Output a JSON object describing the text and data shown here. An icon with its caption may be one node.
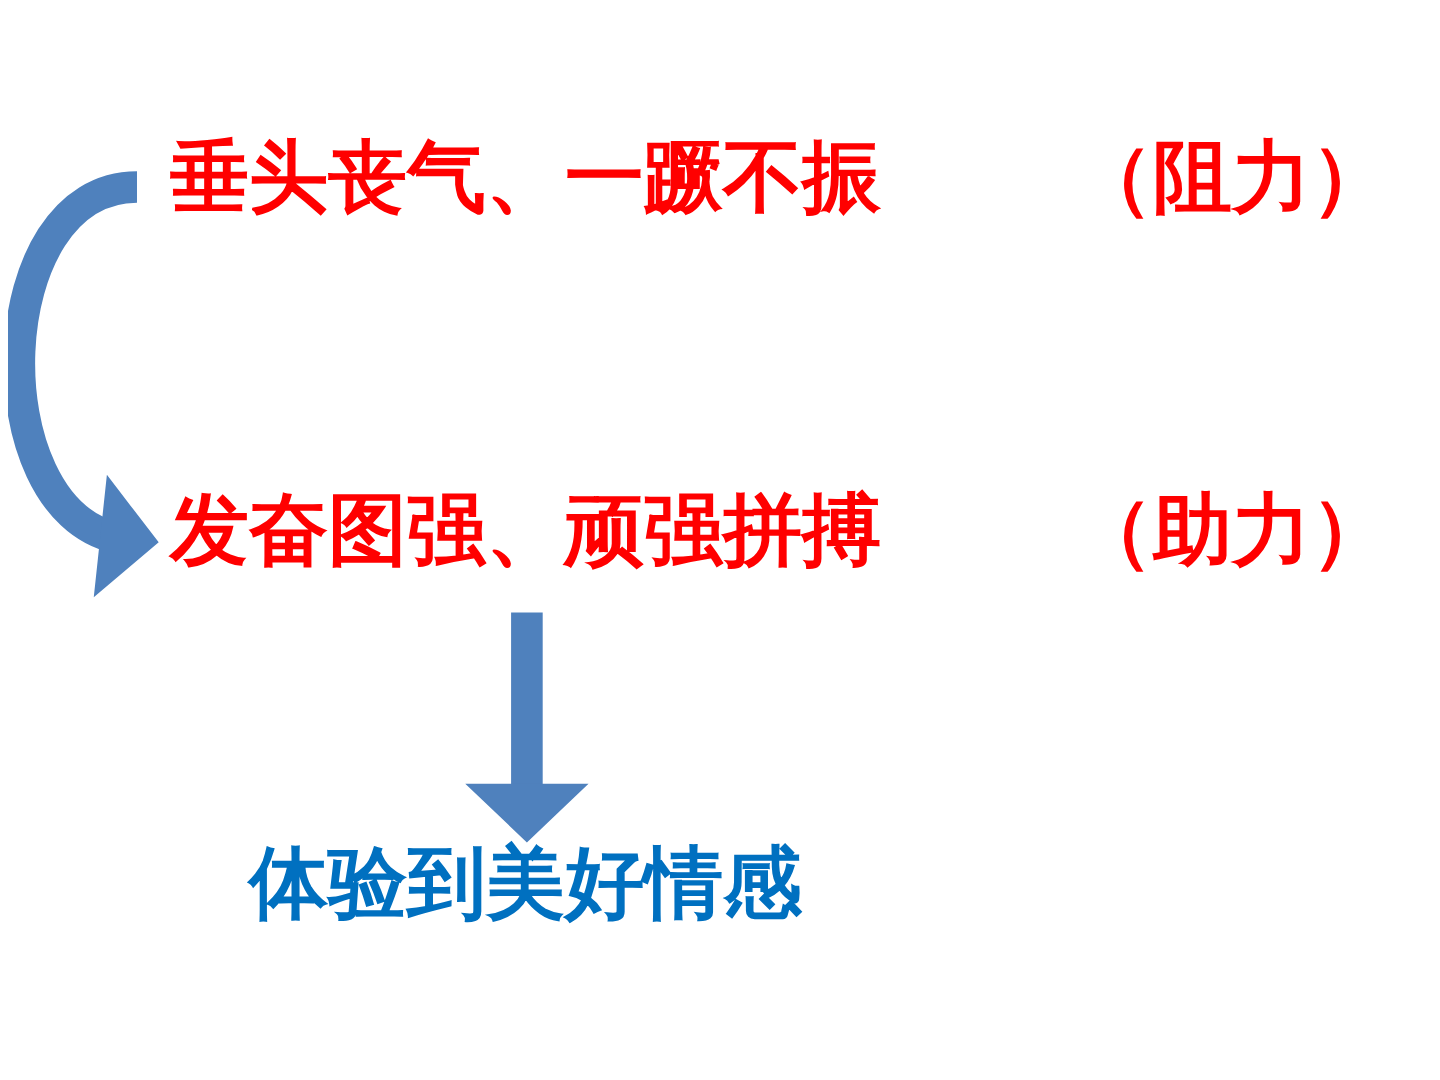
{
  "diagram": {
    "nodes": [
      {
        "text": [
          "垂头丧气、一蹶不振"
        ],
        "beside": [
          "（阻力）"
        ]
      },
      {
        "text": [
          "发奋图强、顽强拼搏"
        ],
        "beside": [
          "（助力）"
        ]
      },
      {
        "text": [
          "体验到美好情感"
        ]
      }
    ],
    "edges": [
      {
        "from": 0,
        "to": 1,
        "arrow": "to"
      },
      {
        "from": 1,
        "to": 2,
        "arrow": "to"
      }
    ]
  }
}
